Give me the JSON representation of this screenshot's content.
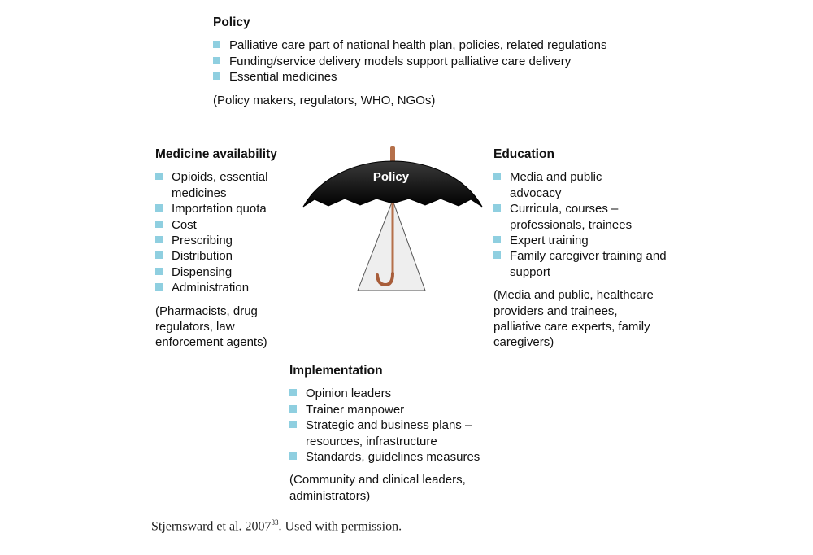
{
  "policy": {
    "heading": "Policy",
    "items": [
      "Palliative care part of national health plan, policies, related regulations",
      "Funding/service delivery models support palliative care delivery",
      "Essential medicines"
    ],
    "note": "(Policy makers, regulators, WHO, NGOs)"
  },
  "medicine": {
    "heading": "Medicine availability",
    "items": [
      "Opioids, essential medicines",
      "Importation quota",
      "Cost",
      "Prescribing",
      "Distribution",
      "Dispensing",
      "Administration"
    ],
    "note": "(Pharmacists, drug regulators, law enforcement agents)"
  },
  "education": {
    "heading": "Education",
    "items": [
      "Media and public advocacy",
      "Curricula, courses – professionals, trainees",
      "Expert training",
      "Family caregiver training and support"
    ],
    "note": "(Media and public, healthcare providers and trainees, palliative care experts, family caregivers)"
  },
  "implementation": {
    "heading": "Implementation",
    "items": [
      "Opinion leaders",
      "Trainer manpower",
      "Strategic and business plans – resources, infrastructure",
      "Standards, guidelines measures"
    ],
    "note": "(Community and clinical leaders, administrators)"
  },
  "umbrella": {
    "label": "Policy"
  },
  "caption": {
    "text": "Stjernsward et al. 2007",
    "ref": "33",
    "suffix": ". Used with permission."
  },
  "colors": {
    "bullet": "#8fcfe0",
    "canopy": "#111111",
    "shaft": "#b5704a",
    "triangle": "#eeeeee"
  }
}
